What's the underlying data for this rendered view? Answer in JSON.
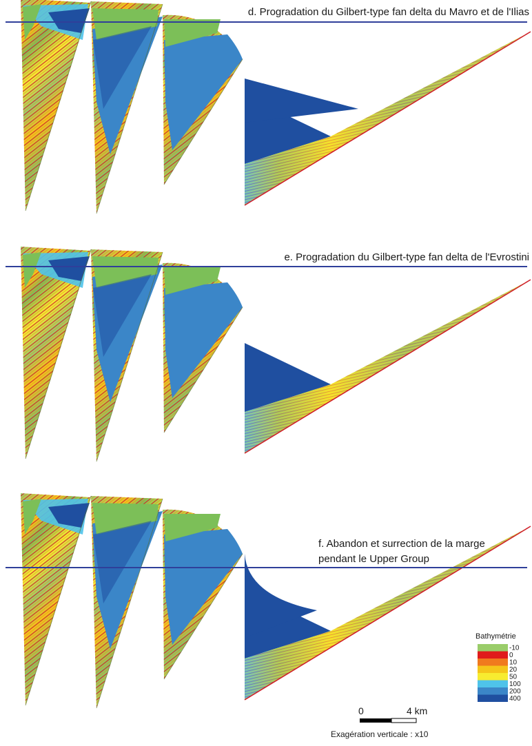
{
  "colors": {
    "sea_level_line": "#2f3f9a",
    "red_line": "#d0202a",
    "bathymetry": {
      "-10": "#9acd6a",
      "0": "#e01b1b",
      "10": "#f07a1e",
      "20": "#f5c51a",
      "50": "#f7ec30",
      "100": "#4fc3ea",
      "200": "#3b86c8",
      "400": "#1f4fa0"
    }
  },
  "panels": [
    {
      "id": "d",
      "title": "d. Progradation du Gilbert-type fan delta du Mavro et de l'Ilias"
    },
    {
      "id": "e",
      "title": "e. Progradation du Gilbert-type fan delta de l'Evrostini"
    },
    {
      "id": "f",
      "title_line1": "f. Abandon et surrection de la marge",
      "title_line2": "pendant le Upper Group"
    }
  ],
  "legend": {
    "title": "Bathymétrie",
    "items": [
      {
        "label": "-10",
        "color": "#9acd6a"
      },
      {
        "label": "0",
        "color": "#e01b1b"
      },
      {
        "label": "10",
        "color": "#f07a1e"
      },
      {
        "label": "20",
        "color": "#f5c51a"
      },
      {
        "label": "50",
        "color": "#f7ec30"
      },
      {
        "label": "100",
        "color": "#4fc3ea"
      },
      {
        "label": "200",
        "color": "#3b86c8"
      },
      {
        "label": "400",
        "color": "#1f4fa0"
      }
    ]
  },
  "scale_bar": {
    "start_label": "0",
    "end_label": "4 km"
  },
  "exaggeration_note": "Exagération verticale : x10"
}
